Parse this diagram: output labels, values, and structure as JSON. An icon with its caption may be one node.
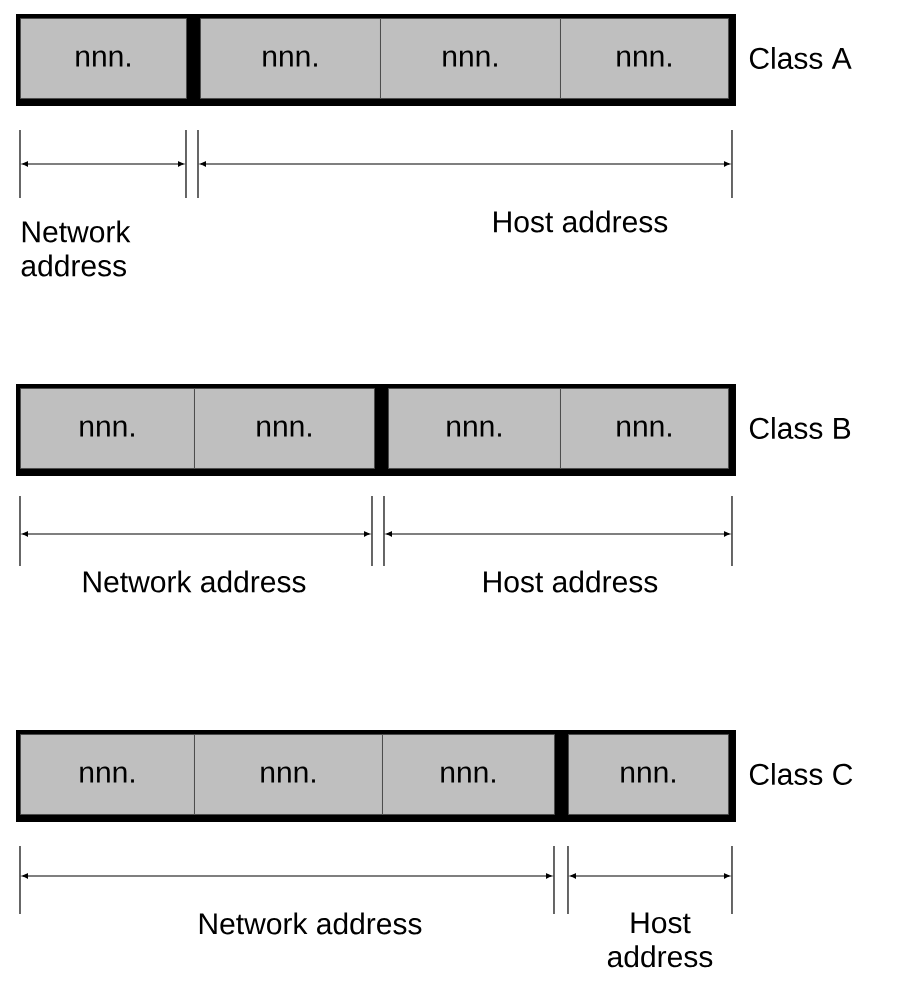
{
  "diagram": {
    "nodes": [
      {
        "text": [],
        "shape": "bar",
        "beside": [
          "Class A"
        ]
      },
      {
        "text": [
          "nnn."
        ],
        "in": 0
      },
      {
        "text": [
          "nnn."
        ],
        "in": 0
      },
      {
        "text": [
          "nnn."
        ],
        "in": 0
      },
      {
        "text": [
          "nnn."
        ],
        "in": 0
      },
      {
        "text": [],
        "shape": "bar",
        "beside": [
          "Class B"
        ]
      },
      {
        "text": [
          "nnn."
        ],
        "in": 5
      },
      {
        "text": [
          "nnn."
        ],
        "in": 5
      },
      {
        "text": [
          "nnn."
        ],
        "in": 5
      },
      {
        "text": [
          "nnn."
        ],
        "in": 5
      },
      {
        "text": [],
        "shape": "bar",
        "beside": [
          "Class C"
        ]
      },
      {
        "text": [
          "nnn."
        ],
        "in": 10
      },
      {
        "text": [
          "nnn."
        ],
        "in": 10
      },
      {
        "text": [
          "nnn."
        ],
        "in": 10
      },
      {
        "text": [
          "nnn."
        ],
        "in": 10
      }
    ],
    "labels": [
      "Network address",
      "Host address",
      "Network address",
      "Host address",
      "Network address",
      "Host address"
    ]
  }
}
